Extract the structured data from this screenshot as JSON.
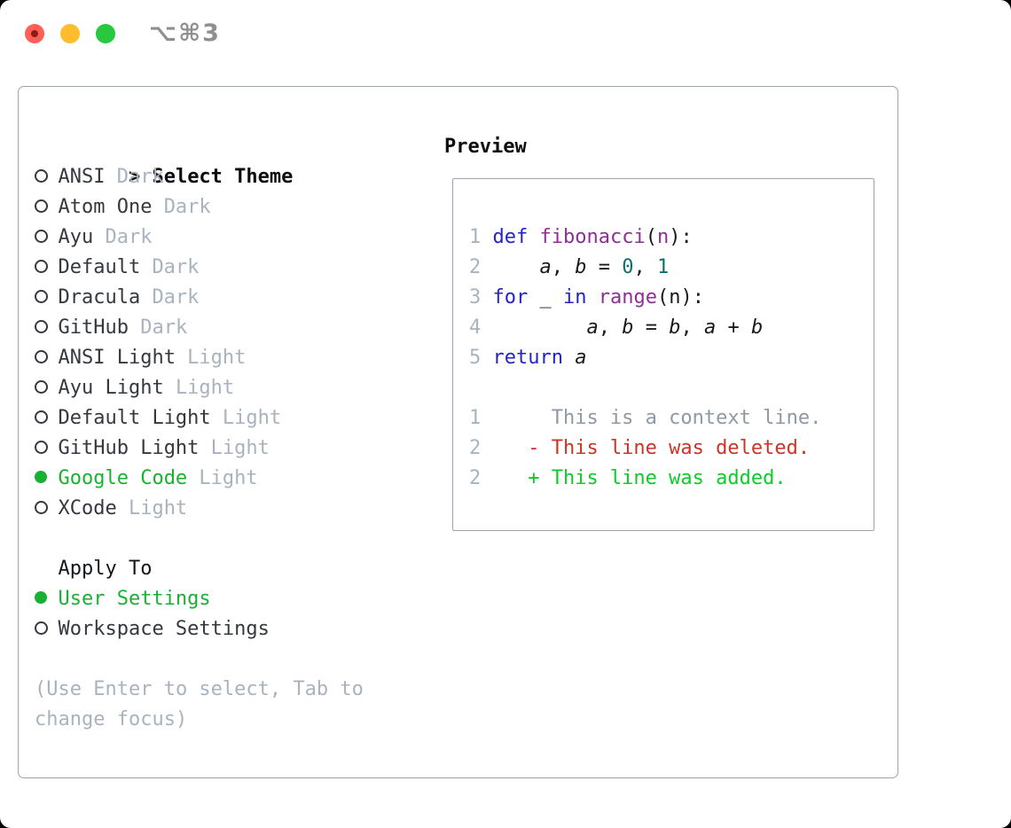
{
  "window": {
    "title": "⌥⌘3",
    "traffic_lights": {
      "close": "close-button",
      "minimize": "minimize-button",
      "zoom": "zoom-button"
    }
  },
  "theme_selector": {
    "prompt": ">",
    "header": "Select Theme",
    "themes": [
      {
        "name": "ANSI",
        "variant": "Dark",
        "selected": false
      },
      {
        "name": "Atom One",
        "variant": "Dark",
        "selected": false
      },
      {
        "name": "Ayu",
        "variant": "Dark",
        "selected": false
      },
      {
        "name": "Default",
        "variant": "Dark",
        "selected": false
      },
      {
        "name": "Dracula",
        "variant": "Dark",
        "selected": false
      },
      {
        "name": "GitHub",
        "variant": "Dark",
        "selected": false
      },
      {
        "name": "ANSI Light",
        "variant": "Light",
        "selected": false
      },
      {
        "name": "Ayu Light",
        "variant": "Light",
        "selected": false
      },
      {
        "name": "Default Light",
        "variant": "Light",
        "selected": false
      },
      {
        "name": "GitHub Light",
        "variant": "Light",
        "selected": false
      },
      {
        "name": "Google Code",
        "variant": "Light",
        "selected": true
      },
      {
        "name": "XCode",
        "variant": "Light",
        "selected": false
      }
    ]
  },
  "apply_to": {
    "header": "Apply To",
    "options": [
      {
        "label": "User Settings",
        "selected": true
      },
      {
        "label": "Workspace Settings",
        "selected": false
      }
    ]
  },
  "help_lines": [
    "(Use Enter to select, Tab to",
    "change focus)"
  ],
  "preview": {
    "header": "Preview",
    "code_lines": [
      {
        "num": "1",
        "tokens": [
          [
            "k",
            "def"
          ],
          [
            "p",
            " "
          ],
          [
            "f",
            "fibonacci"
          ],
          [
            "p",
            "("
          ],
          [
            "f",
            "n"
          ],
          [
            "p",
            "):"
          ]
        ]
      },
      {
        "num": "2",
        "tokens": [
          [
            "p",
            "    "
          ],
          [
            "v",
            "a"
          ],
          [
            "p",
            ", "
          ],
          [
            "v",
            "b"
          ],
          [
            "p",
            " = "
          ],
          [
            "n",
            "0"
          ],
          [
            "p",
            ", "
          ],
          [
            "n",
            "1"
          ]
        ]
      },
      {
        "num": "3",
        "tokens": [
          [
            "k",
            "for"
          ],
          [
            "p",
            " _ "
          ],
          [
            "k",
            "in"
          ],
          [
            "p",
            " "
          ],
          [
            "f",
            "range"
          ],
          [
            "p",
            "(n):"
          ]
        ]
      },
      {
        "num": "4",
        "tokens": [
          [
            "p",
            "        "
          ],
          [
            "v",
            "a"
          ],
          [
            "p",
            ", "
          ],
          [
            "v",
            "b"
          ],
          [
            "p",
            " = "
          ],
          [
            "v",
            "b"
          ],
          [
            "p",
            ", "
          ],
          [
            "v",
            "a"
          ],
          [
            "p",
            " + "
          ],
          [
            "v",
            "b"
          ]
        ]
      },
      {
        "num": "5",
        "tokens": [
          [
            "k",
            "return"
          ],
          [
            "p",
            " "
          ],
          [
            "v",
            "a"
          ]
        ]
      }
    ],
    "diff_lines": [
      {
        "num": "1",
        "kind": "ctx",
        "text": "     This is a context line."
      },
      {
        "num": "2",
        "kind": "del",
        "text": "   - This line was deleted."
      },
      {
        "num": "2",
        "kind": "add",
        "text": "   + This line was added."
      }
    ]
  },
  "colors": {
    "green": "#17b231",
    "add": "#10c92a",
    "del": "#cc3526",
    "kw": "#2424c6",
    "fn": "#912d96",
    "num": "#0d6e6e",
    "plain": "#17191d",
    "ln": "#a8b3c0",
    "ctx": "#8f99a4",
    "muted": "#a9b3bf",
    "name": "#34383f",
    "border": "#9ba3af",
    "title": "#8e8f91",
    "tl-red": "#ff5f57",
    "tl-red-dot": "#8c1d13",
    "tl-yellow": "#ffbd2e",
    "tl-green": "#28c840"
  }
}
